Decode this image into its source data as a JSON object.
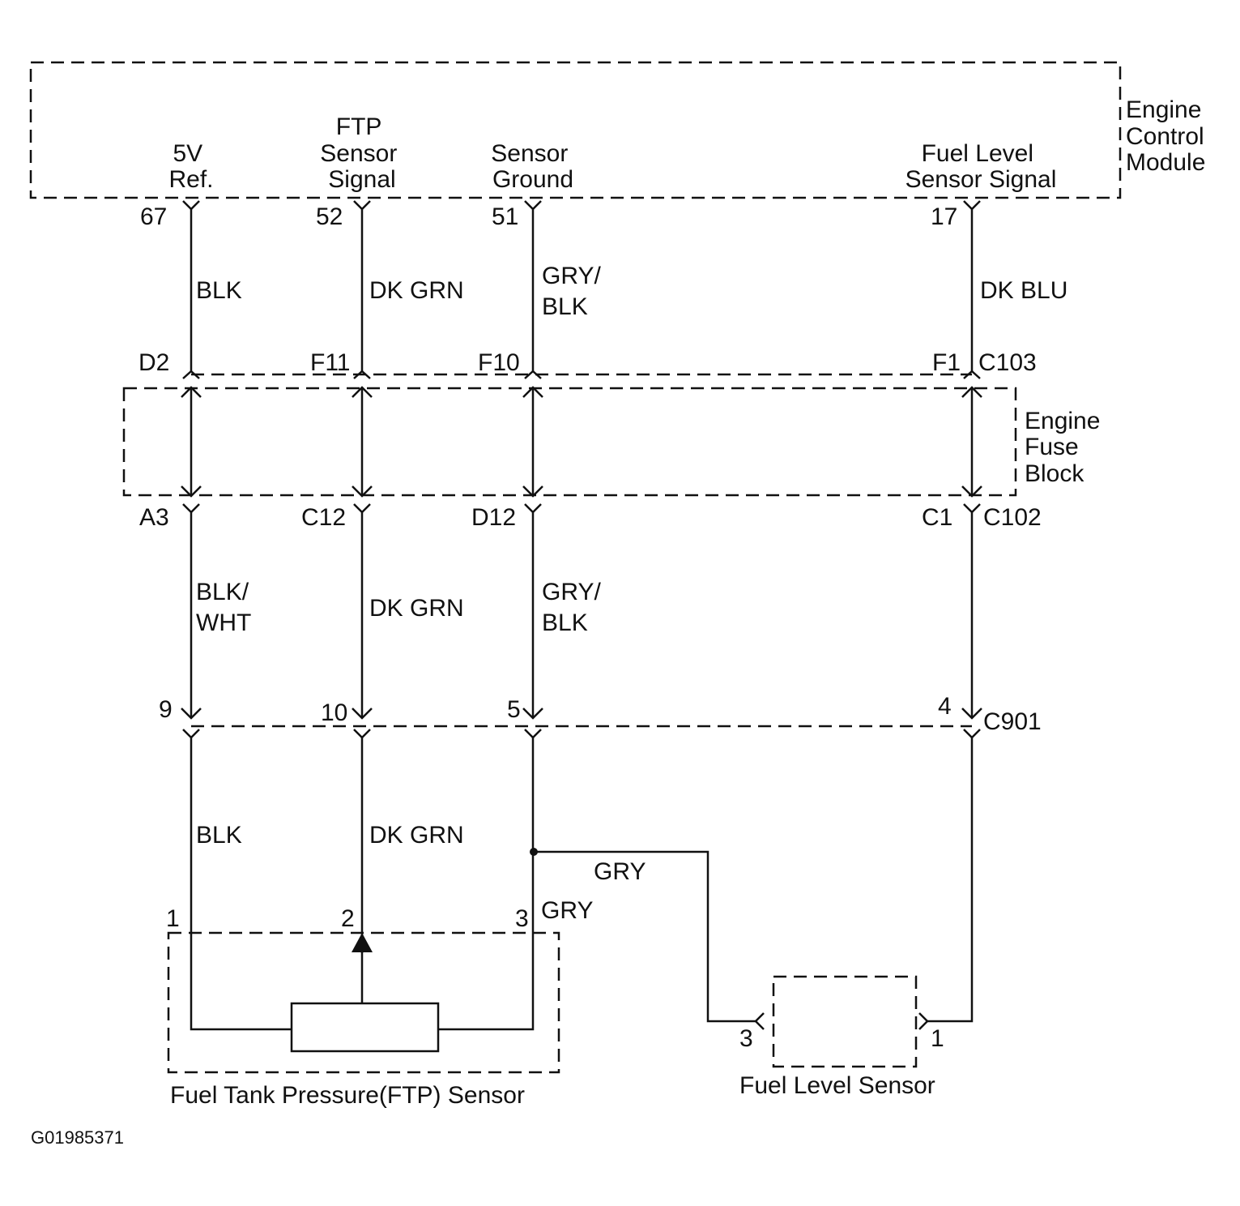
{
  "modules": {
    "ecm": [
      "Engine",
      "Control",
      "Module"
    ],
    "fuse_block": [
      "Engine",
      "Fuse",
      "Block"
    ]
  },
  "ecm_terminals": {
    "ref5v": [
      "5V",
      "Ref."
    ],
    "ftp_signal": [
      "FTP",
      "Sensor",
      "Signal"
    ],
    "sensor_ground": [
      "Sensor",
      "Ground"
    ],
    "fuel_level_signal": [
      "Fuel Level",
      "Sensor Signal"
    ]
  },
  "pins": {
    "ecm": [
      "67",
      "52",
      "51",
      "17"
    ],
    "c103": [
      "D2",
      "F11",
      "F10",
      "F1"
    ],
    "c102": [
      "A3",
      "C12",
      "D12",
      "C1"
    ],
    "c901": [
      "9",
      "10",
      "5",
      "4"
    ],
    "ftp": [
      "1",
      "2",
      "3"
    ],
    "fuel_level": [
      "3",
      "1"
    ]
  },
  "connectors": {
    "c103": "C103",
    "c102": "C102",
    "c901": "C901"
  },
  "wires": {
    "upper": [
      [
        "BLK"
      ],
      [
        "DK GRN"
      ],
      [
        "GRY/",
        "BLK"
      ],
      [
        "DK BLU"
      ]
    ],
    "middle": [
      [
        "BLK/",
        "WHT"
      ],
      [
        "DK GRN"
      ],
      [
        "GRY/",
        "BLK"
      ]
    ],
    "lower": [
      [
        "BLK"
      ],
      [
        "DK GRN"
      ]
    ],
    "gry_branch": "GRY",
    "gry_ftp": "GRY"
  },
  "components": {
    "ftp_sensor": "Fuel Tank Pressure(FTP) Sensor",
    "fuel_level_sensor": "Fuel Level Sensor"
  },
  "figure_id": "G01985371"
}
